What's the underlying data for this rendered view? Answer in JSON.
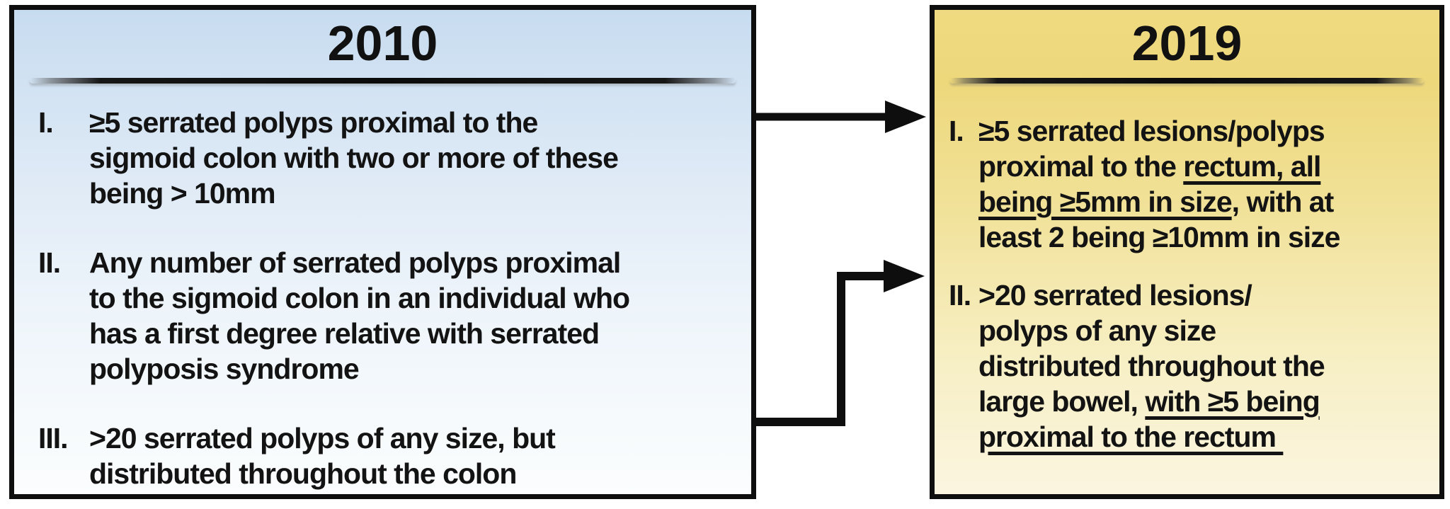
{
  "diagram": {
    "left_box": {
      "title": "2010",
      "items": [
        {
          "numeral": "I.",
          "segments": [
            {
              "t": "≥5 serrated polyps proximal to the\nsigmoid colon with two or more of these\nbeing > 10mm",
              "u": false
            }
          ]
        },
        {
          "numeral": "II.",
          "segments": [
            {
              "t": "Any number of serrated polyps proximal\nto the sigmoid colon in an individual who\nhas a first degree relative with serrated\npolyposis syndrome",
              "u": false
            }
          ]
        },
        {
          "numeral": "III.",
          "segments": [
            {
              "t": ">20 serrated polyps of any size, but\ndistributed throughout the colon",
              "u": false
            }
          ]
        }
      ]
    },
    "right_box": {
      "title": "2019",
      "items": [
        {
          "numeral": "I.",
          "segments": [
            {
              "t": "≥5 serrated lesions/polyps\nproximal to the ",
              "u": false
            },
            {
              "t": "rectum, all\nbeing ≥5mm in size",
              "u": true
            },
            {
              "t": ", with at\nleast 2 being ≥10mm in size",
              "u": false
            }
          ]
        },
        {
          "numeral": "II.",
          "segments": [
            {
              "t": ">20 serrated lesions/\npolyps of any size\ndistributed throughout the\nlarge bowel, ",
              "u": false
            },
            {
              "t": "with ≥5 being\nproximal to the rectum ",
              "u": true
            }
          ]
        }
      ]
    },
    "arrows": [
      {
        "connects": "2010 criterion I to 2019 criterion I",
        "shape": "straight-right"
      },
      {
        "connects": "2010 criterion III to 2019 criterion II",
        "shape": "elbow-up-right"
      }
    ],
    "colors": {
      "left_box_top": "#cfe1f2",
      "left_box_bottom": "#fbfdfe",
      "right_box_top": "#eed87c",
      "right_box_bottom": "#fbf5e0",
      "border": "#0e0e0e",
      "arrow": "#0e0e0e",
      "text": "#131313"
    }
  }
}
